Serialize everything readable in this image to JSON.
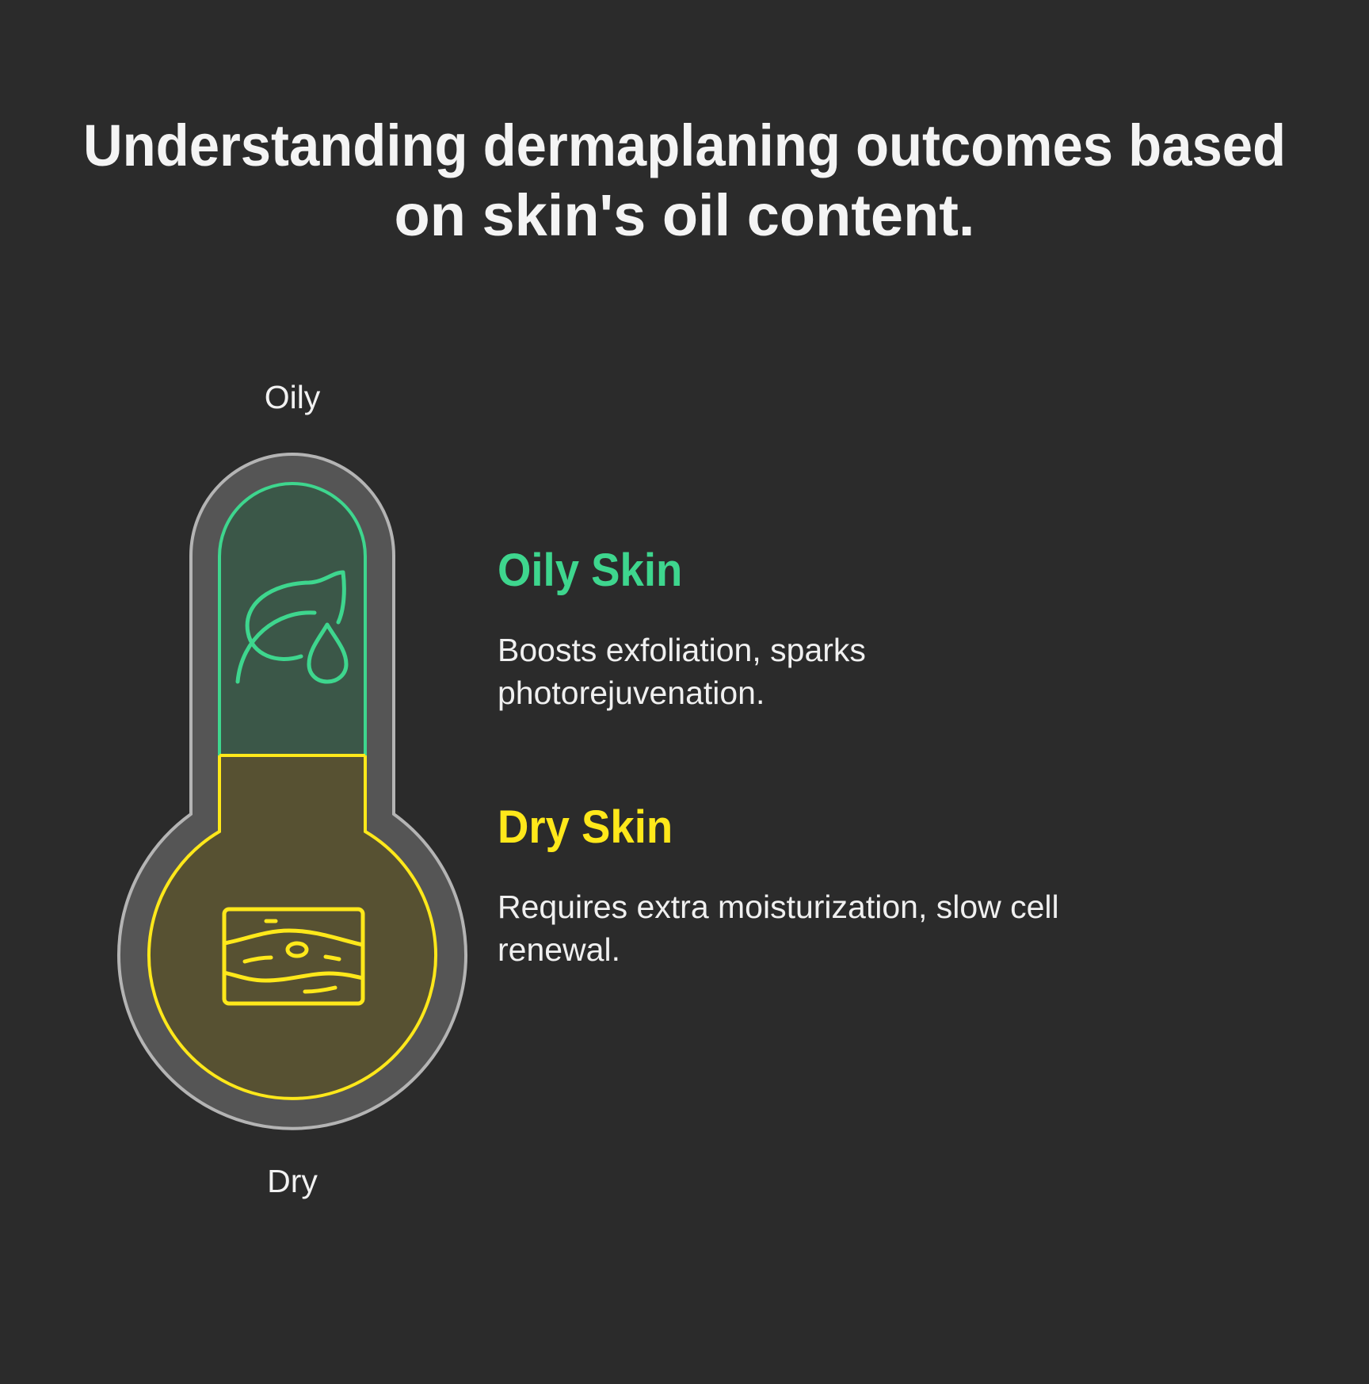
{
  "title": {
    "lines": [
      "Understanding dermaplaning outcomes based",
      "on skin's oil content."
    ]
  },
  "scale": {
    "top_label": "Oily",
    "bottom_label": "Dry"
  },
  "items": [
    {
      "heading": "Oily Skin",
      "description": "Boosts exfoliation, sparks photorejuvenation.",
      "icon": "leaf-droplet-icon",
      "color": "#3ed68e"
    },
    {
      "heading": "Dry Skin",
      "description": "Requires extra moisturization, slow cell renewal.",
      "icon": "skin-layers-icon",
      "color": "#ffe81a"
    }
  ],
  "colors": {
    "background": "#2b2b2b",
    "thermometer_body": "#555555",
    "thermometer_border": "#b4b4b4",
    "oily_fill": "#3b5748",
    "dry_fill": "#575132"
  }
}
